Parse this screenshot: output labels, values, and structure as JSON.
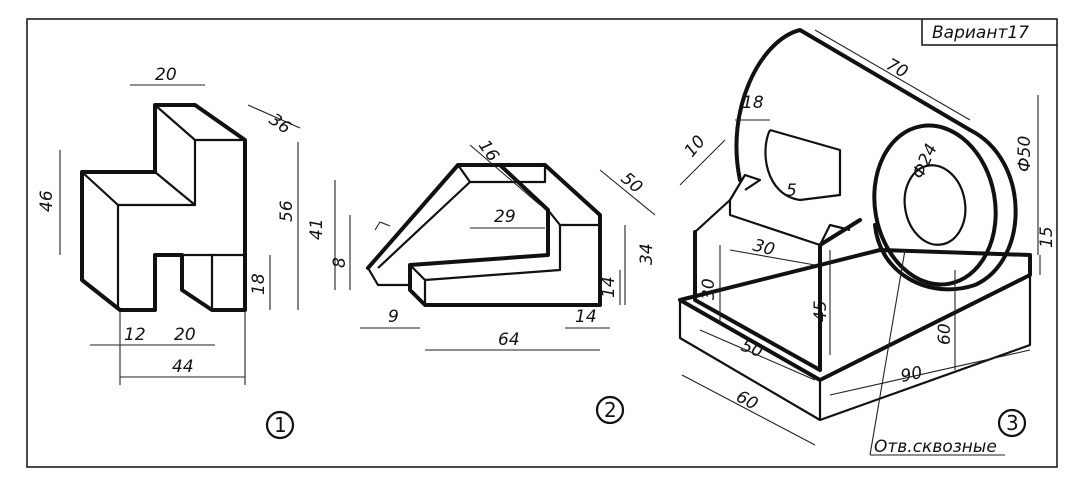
{
  "variant_label": "Вариант17",
  "note_label": "Отв.сквозные",
  "parts": [
    {
      "number": "1",
      "dims": [
        "20",
        "36",
        "46",
        "56",
        "18",
        "12",
        "20",
        "44"
      ]
    },
    {
      "number": "2",
      "dims": [
        "16",
        "50",
        "41",
        "29",
        "8",
        "34",
        "14",
        "9",
        "64",
        "14"
      ]
    },
    {
      "number": "3",
      "dims": [
        "70",
        "18",
        "10",
        "Ф24",
        "Ф50",
        "5",
        "30",
        "15",
        "30",
        "45",
        "60",
        "50",
        "90",
        "60"
      ]
    }
  ]
}
